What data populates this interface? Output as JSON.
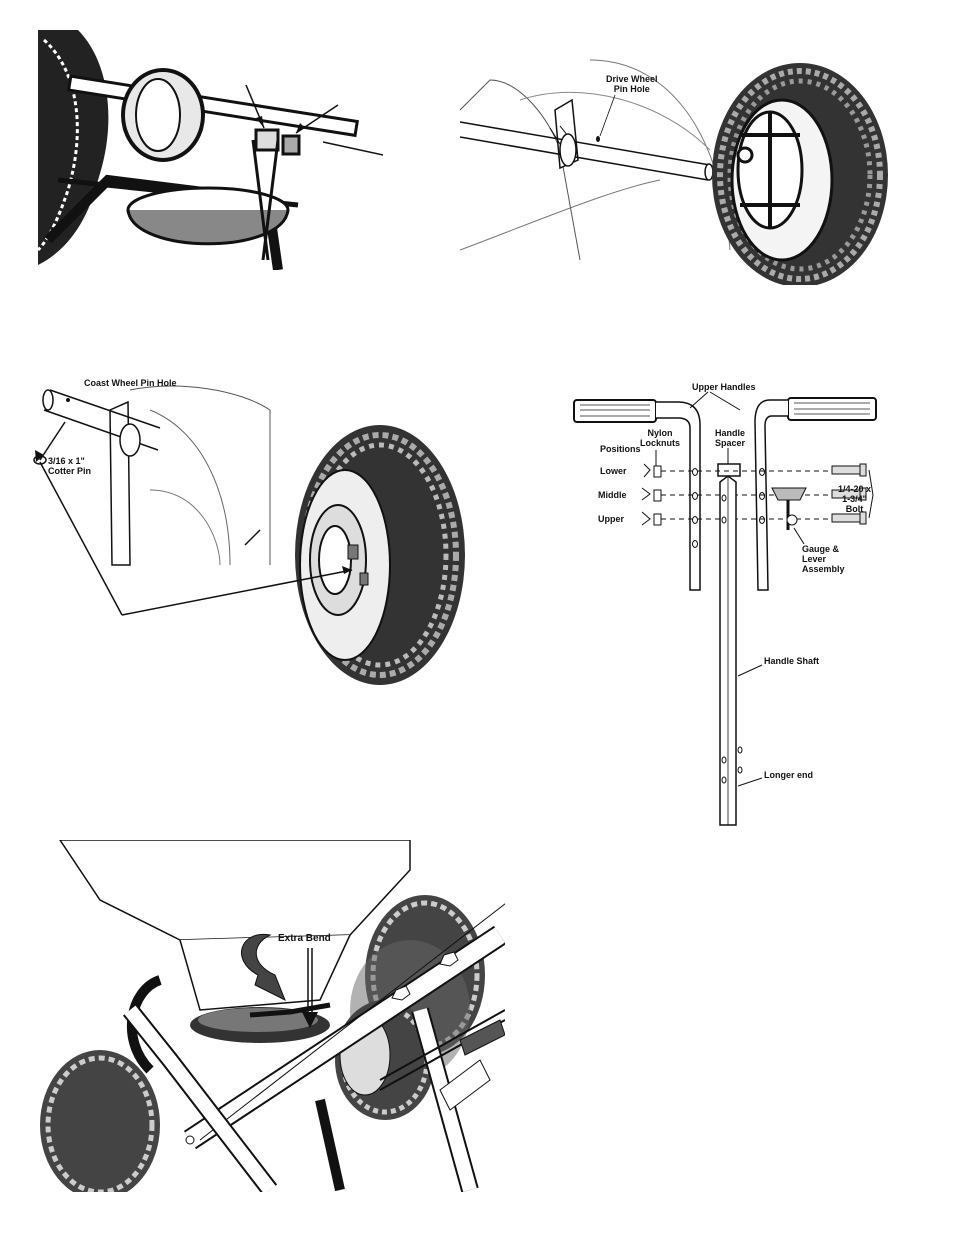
{
  "figures": {
    "drive_wheel": {
      "pin_hole_label": "Drive Wheel\nPin Hole"
    },
    "coast_wheel": {
      "pin_hole_label": "Coast Wheel Pin Hole",
      "cotter_pin_label": "3/16 x 1\"\nCotter Pin"
    },
    "handle": {
      "upper_handles": "Upper Handles",
      "nylon_locknuts": "Nylon\nLocknuts",
      "handle_spacer": "Handle\nSpacer",
      "positions": "Positions",
      "lower": "Lower",
      "middle": "Middle",
      "upper": "Upper",
      "bolt": "1/4-20 x\n1-3/4\"\nBolt",
      "gauge_lever": "Gauge &\nLever\nAssembly",
      "handle_shaft": "Handle Shaft",
      "longer_end": "Longer end"
    },
    "hopper": {
      "extra_bend": "Extra Bend"
    }
  }
}
